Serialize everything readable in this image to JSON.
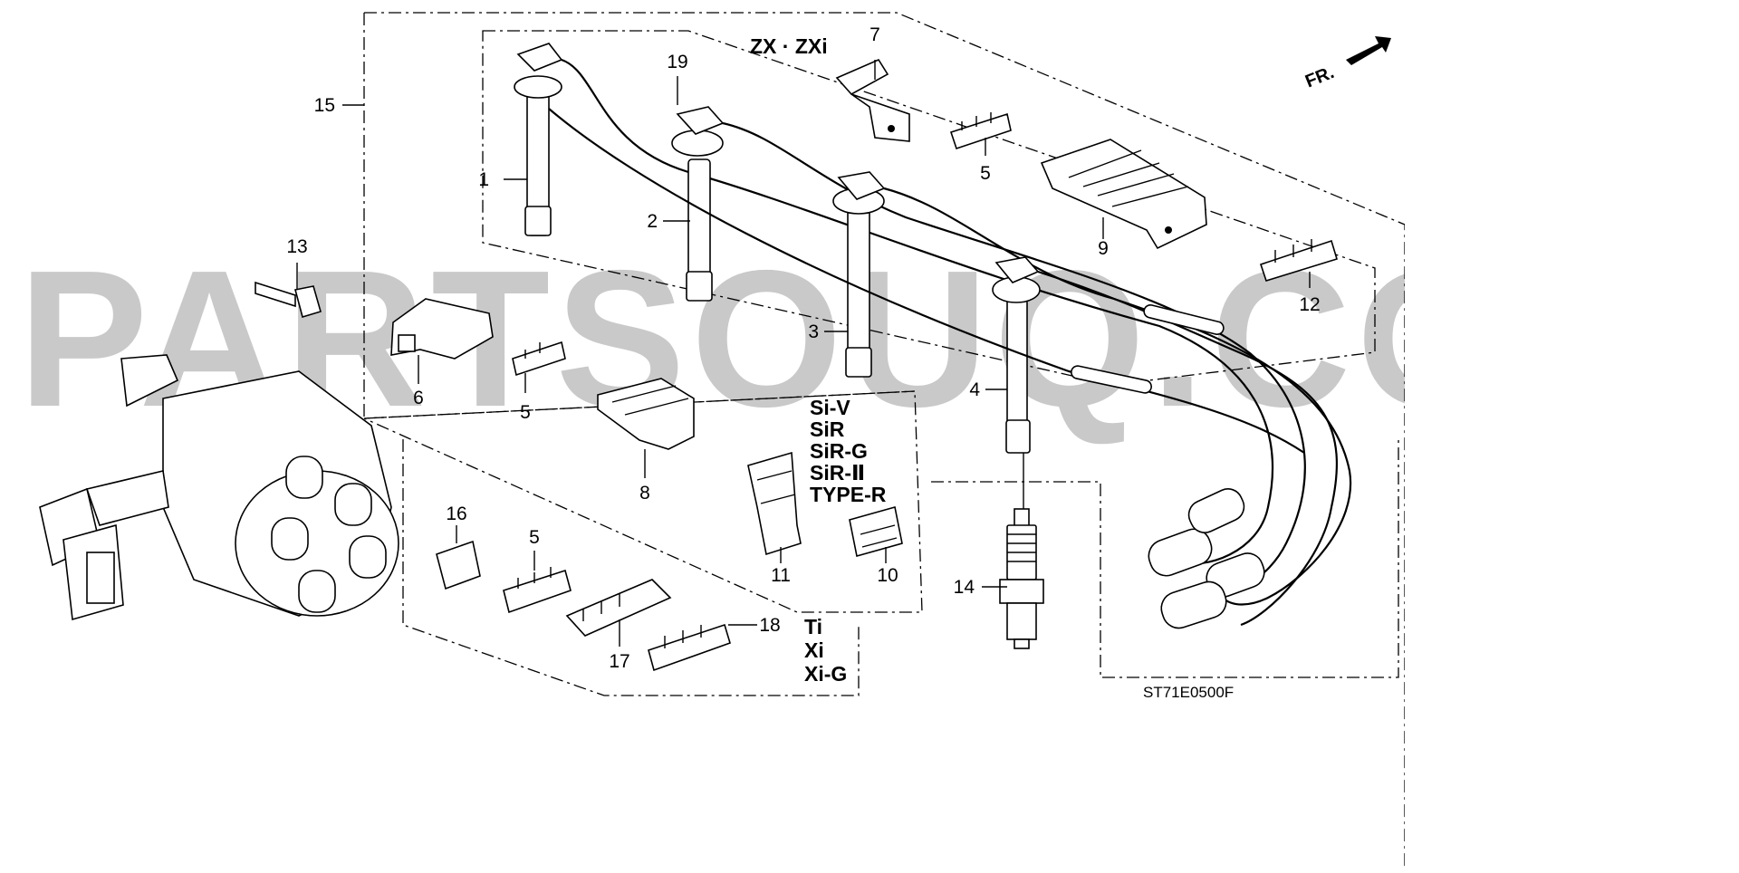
{
  "watermark": "PARTSOUQ.COM",
  "direction_label": "FR.",
  "diagram_code": "ST71E0500F",
  "variants": {
    "zx": "ZX · ZXi",
    "si_lines": [
      "Si-V",
      "SiR",
      "SiR-G",
      "SiR-Ⅱ",
      "TYPE-R"
    ],
    "ti_lines": [
      "Ti",
      "Xi",
      "Xi-G"
    ]
  },
  "callouts": {
    "c1": "1",
    "c2": "2",
    "c3": "3",
    "c4": "4",
    "c5a": "5",
    "c5b": "5",
    "c5c": "5",
    "c6": "6",
    "c7": "7",
    "c8": "8",
    "c9": "9",
    "c10": "10",
    "c11": "11",
    "c12": "12",
    "c13": "13",
    "c14": "14",
    "c15": "15",
    "c16": "16",
    "c17": "17",
    "c18": "18",
    "c19": "19"
  }
}
